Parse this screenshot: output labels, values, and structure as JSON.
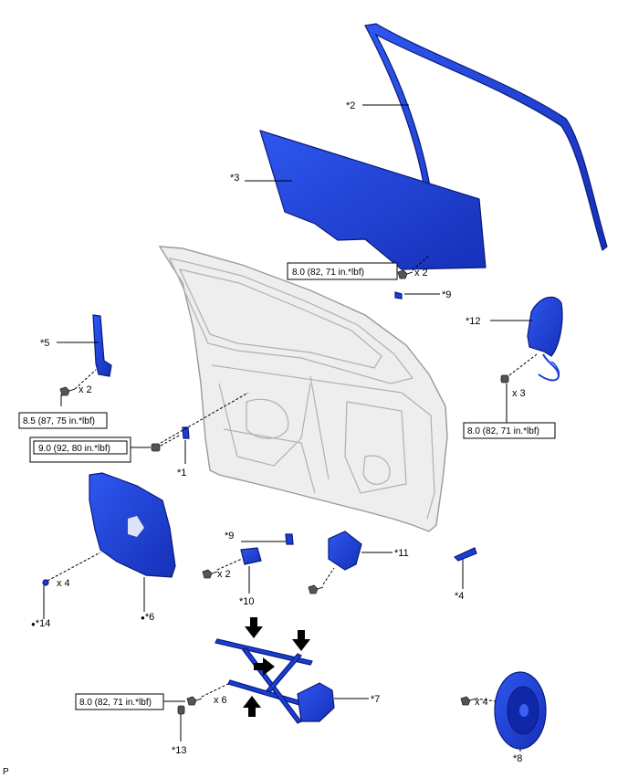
{
  "parts": {
    "p1": "*1",
    "p2": "*2",
    "p3": "*3",
    "p4": "*4",
    "p5": "*5",
    "p6": "*6",
    "p7": "*7",
    "p8": "*8",
    "p9a": "*9",
    "p9b": "*9",
    "p10": "*10",
    "p11": "*11",
    "p12": "*12",
    "p13": "*13",
    "p14": "*14"
  },
  "markers": {
    "dot6": "●",
    "dot14": "●"
  },
  "torques": {
    "glass": "8.0 (82, 71 in.*lbf)",
    "regulator_bolt": "8.5 (87, 75 in.*lbf)",
    "panel_nut": "9.0 (92, 80 in.*lbf)",
    "mirror": "8.0 (82, 71 in.*lbf)",
    "regulator": "8.0 (82, 71 in.*lbf)"
  },
  "quantities": {
    "glass": "x 2",
    "regulator_bolt": "x 2",
    "mirror": "x 3",
    "service_hole": "x 4",
    "motor": "x 2",
    "regulator": "x 6",
    "speaker": "x 4"
  },
  "footer": {
    "code": "P"
  },
  "colors": {
    "part_blue": "#1a3fd6",
    "part_dark": "#0a1a7a",
    "door_gray": "#eeeeee"
  }
}
